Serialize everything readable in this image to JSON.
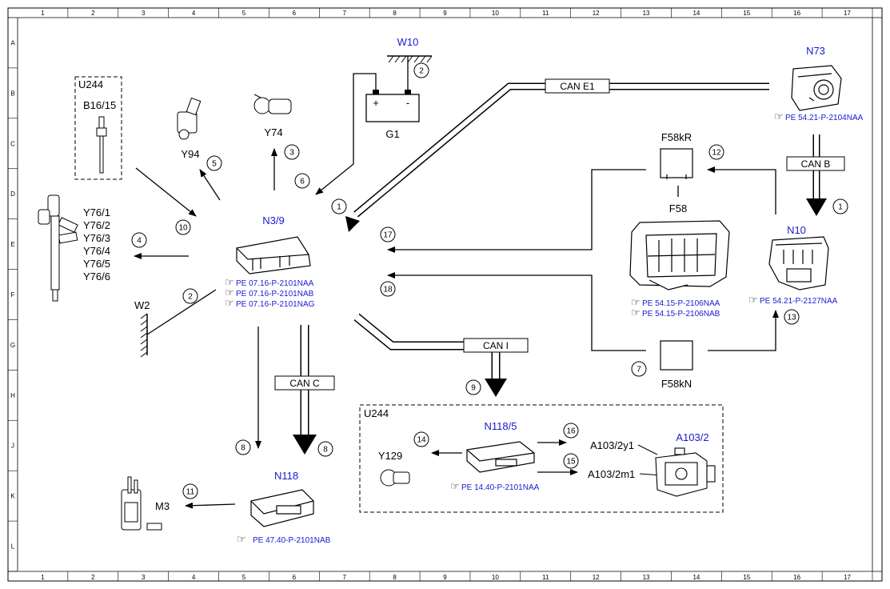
{
  "grid": {
    "columns": [
      "1",
      "2",
      "3",
      "4",
      "5",
      "6",
      "7",
      "8",
      "9",
      "10",
      "11",
      "12",
      "13",
      "14",
      "15",
      "16",
      "17"
    ],
    "rows": [
      "A",
      "B",
      "C",
      "D",
      "E",
      "F",
      "G",
      "H",
      "J",
      "K",
      "L"
    ]
  },
  "components": {
    "w10": "W10",
    "g1": "G1",
    "n73": "N73",
    "u244_top": "U244",
    "b16_15": "B16/15",
    "y94": "Y94",
    "y74": "Y74",
    "f58kr": "F58kR",
    "f58": "F58",
    "n10": "N10",
    "n3_9": "N3/9",
    "y76": [
      "Y76/1",
      "Y76/2",
      "Y76/3",
      "Y76/4",
      "Y76/5",
      "Y76/6"
    ],
    "w2": "W2",
    "f58kn": "F58kN",
    "u244_bottom": "U244",
    "n118_5": "N118/5",
    "a103_2": "A103/2",
    "a103_2y1": "A103/2y1",
    "a103_2m1": "A103/2m1",
    "y129": "Y129",
    "n118": "N118",
    "m3": "M3"
  },
  "battery": {
    "plus": "+",
    "minus": "-"
  },
  "buses": {
    "can_e1": "CAN E1",
    "can_b": "CAN B",
    "can_c": "CAN C",
    "can_i": "CAN I"
  },
  "refs": {
    "n73": "PE 54.21-P-2104NAA",
    "n3_9": [
      "PE 07.16-P-2101NAA",
      "PE 07.16-P-2101NAB",
      "PE 07.16-P-2101NAG"
    ],
    "f58": [
      "PE 54.15-P-2106NAA",
      "PE 54.15-P-2106NAB"
    ],
    "n10": "PE 54.21-P-2127NAA",
    "n118_5": "PE 14.40-P-2101NAA",
    "n118": "PE 47.40-P-2101NAB"
  },
  "callouts": [
    {
      "id": "c2_w10",
      "text": "2"
    },
    {
      "id": "c3",
      "text": "3"
    },
    {
      "id": "c5",
      "text": "5"
    },
    {
      "id": "c6",
      "text": "6"
    },
    {
      "id": "c1_mid",
      "text": "1"
    },
    {
      "id": "c1_right",
      "text": "1"
    },
    {
      "id": "c12",
      "text": "12"
    },
    {
      "id": "c10",
      "text": "10"
    },
    {
      "id": "c4",
      "text": "4"
    },
    {
      "id": "c2_w2",
      "text": "2"
    },
    {
      "id": "c17",
      "text": "17"
    },
    {
      "id": "c18",
      "text": "18"
    },
    {
      "id": "c13",
      "text": "13"
    },
    {
      "id": "c7",
      "text": "7"
    },
    {
      "id": "c9",
      "text": "9"
    },
    {
      "id": "c8_left",
      "text": "8"
    },
    {
      "id": "c8_right",
      "text": "8"
    },
    {
      "id": "c16",
      "text": "16"
    },
    {
      "id": "c15",
      "text": "15"
    },
    {
      "id": "c14",
      "text": "14"
    },
    {
      "id": "c11",
      "text": "11"
    }
  ],
  "colors": {
    "component_label": "#1a1ad0",
    "line": "#000000"
  }
}
